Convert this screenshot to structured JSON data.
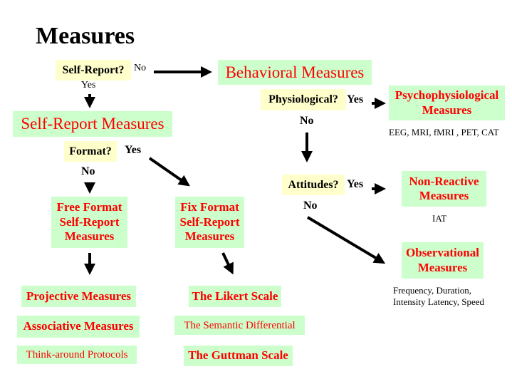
{
  "title": "Measures",
  "questions": {
    "self_report": "Self-Report?",
    "format": "Format?",
    "physiological": "Physiological?",
    "attitudes": "Attitudes?"
  },
  "answers": {
    "self_report_no": "No",
    "self_report_yes": "Yes",
    "format_yes": "Yes",
    "format_no": "No",
    "physiological_yes": "Yes",
    "physiological_no": "No",
    "attitudes_yes": "Yes",
    "attitudes_no": "No"
  },
  "nodes": {
    "behavioral": "Behavioral Measures",
    "self_report_measures": "Self-Report Measures",
    "free_format": [
      "Free Format",
      "Self-Report",
      "Measures"
    ],
    "fix_format": [
      "Fix Format",
      "Self-Report",
      "Measures"
    ],
    "psychophysiological": [
      "Psychophysiological",
      "Measures"
    ],
    "non_reactive": [
      "Non-Reactive",
      "Measures"
    ],
    "observational": [
      "Observational",
      "Measures"
    ],
    "projective": "Projective Measures",
    "associative": "Associative Measures",
    "think_around": "Think-around Protocols",
    "likert": "The Likert Scale",
    "semantic_differential": "The Semantic Differential",
    "guttman": "The Guttman Scale"
  },
  "notes": {
    "psychophysiological": "EEG, MRI, fMRI , PET, CAT",
    "non_reactive": "IAT",
    "observational": [
      "Frequency, Duration,",
      "Intensity Latency, Speed"
    ]
  },
  "colors": {
    "node_bg": "#ccffcc",
    "question_bg": "#ffffcc",
    "node_text": "#ff0000"
  }
}
